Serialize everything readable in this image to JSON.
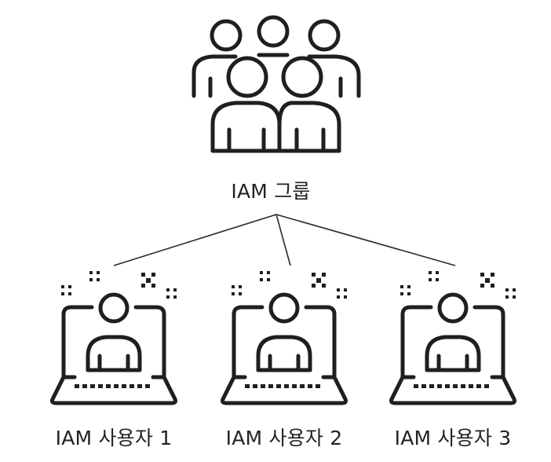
{
  "group": {
    "label": "IAM 그룹",
    "icon": "people-group-icon"
  },
  "users": [
    {
      "label": "IAM 사용자 1",
      "icon": "user-laptop-icon"
    },
    {
      "label": "IAM 사용자 2",
      "icon": "user-laptop-icon"
    },
    {
      "label": "IAM 사용자 3",
      "icon": "user-laptop-icon"
    }
  ],
  "colors": {
    "stroke": "#1f1f1f",
    "background": "#ffffff"
  }
}
